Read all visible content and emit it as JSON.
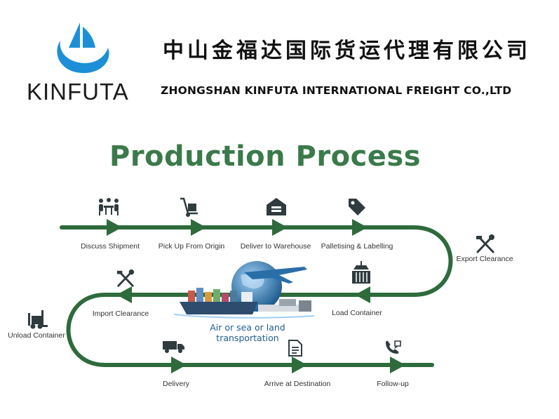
{
  "header": {
    "logo_text": "KINFUTA",
    "company_cn": "中山金福达国际货运代理有限公司",
    "company_en": "ZHONGSHAN KINFUTA INTERNATIONAL FREIGHT CO.,LTD"
  },
  "title": "Production Process",
  "colors": {
    "flow_line": "#2e6b3c",
    "title": "#3b7a4a",
    "logo_blue": "#1d8fd6",
    "center_text": "#1f5d8f"
  },
  "steps": [
    {
      "label": "Discuss Shipment",
      "icon": "meeting-icon"
    },
    {
      "label": "Pick Up From Origin",
      "icon": "hand-truck-icon"
    },
    {
      "label": "Deliver to Warehouse",
      "icon": "warehouse-icon"
    },
    {
      "label": "Palletising & Labelling",
      "icon": "tag-icon"
    },
    {
      "label": "Export Clearance",
      "icon": "tools-icon"
    },
    {
      "label": "Load Container",
      "icon": "crane-container-icon"
    },
    {
      "label": "Import Clearance",
      "icon": "tools-icon"
    },
    {
      "label": "Unload Container",
      "icon": "forklift-icon"
    },
    {
      "label": "Delivery",
      "icon": "truck-icon"
    },
    {
      "label": "Arrive at Destination",
      "icon": "document-icon"
    },
    {
      "label": "Follow-up",
      "icon": "phone-icon"
    }
  ],
  "center": {
    "line1": "Air or sea or land",
    "line2": "transportation",
    "icon": "globe-plane-ship-icon"
  }
}
